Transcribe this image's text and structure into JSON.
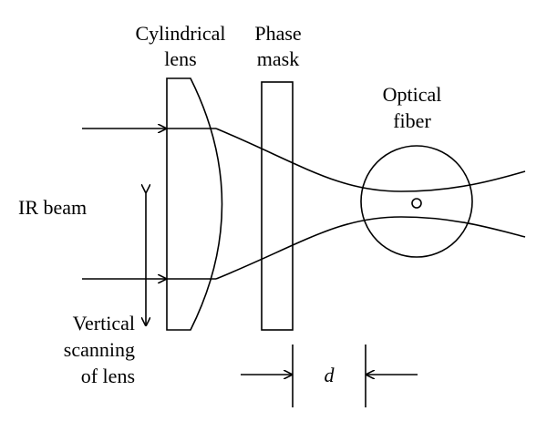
{
  "labels": {
    "cylindrical_lens": [
      "Cylindrical",
      "lens"
    ],
    "phase_mask": [
      "Phase",
      "mask"
    ],
    "optical_fiber": [
      "Optical",
      "fiber"
    ],
    "ir_beam": "IR beam",
    "vertical_scanning": [
      "Vertical",
      "scanning",
      "of lens"
    ],
    "distance": "d"
  },
  "colors": {
    "line": "#000000",
    "background": "#ffffff"
  }
}
